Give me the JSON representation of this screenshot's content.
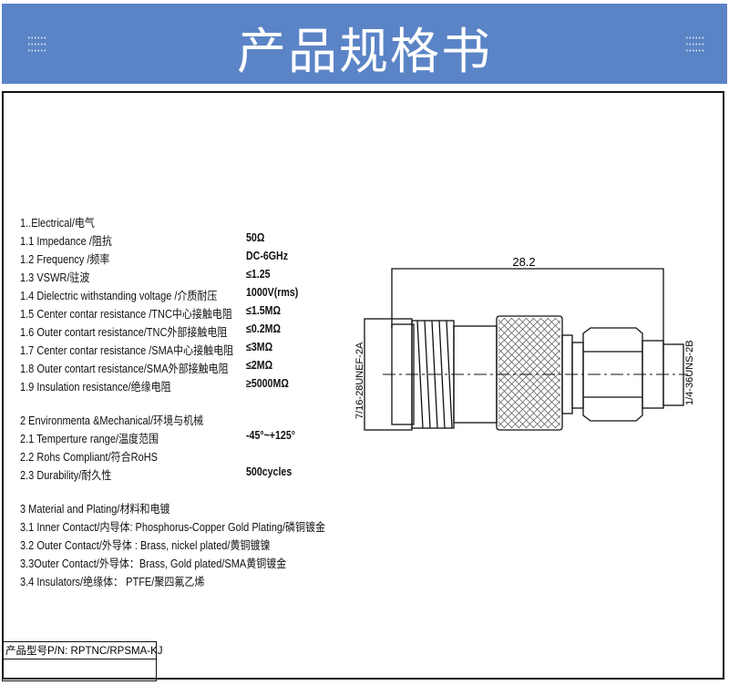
{
  "header": {
    "title": "产品规格书"
  },
  "electrical": {
    "heading": "1..Electrical/电气",
    "items": [
      {
        "label": "1.1 Impedance  /阻抗",
        "value": "50Ω"
      },
      {
        "label": "1.2 Frequency /频率",
        "value": "DC-6GHz"
      },
      {
        "label": "1.3 VSWR/驻波",
        "value": "≤1.25"
      },
      {
        "label": "1.4 Dielectric withstanding voltage /介质耐压",
        "value": "1000V(rms)"
      },
      {
        "label": "1.5 Center contar resistance /TNC中心接触电阻",
        "value": "≤1.5MΩ"
      },
      {
        "label": "1.6 Outer contart resistance/TNC外部接触电阻",
        "value": "≤0.2MΩ"
      },
      {
        "label": "1.7 Center contar resistance /SMA中心接触电阻",
        "value": "≤3MΩ"
      },
      {
        "label": "1.8 Outer contart resistance/SMA外部接触电阻",
        "value": "≤2MΩ"
      },
      {
        "label": "1.9 Insulation  resistance/绝缘电阻",
        "value": "≥5000MΩ"
      }
    ]
  },
  "environmental": {
    "heading": "2 Environmenta &Mechanical/环境与机械",
    "items": [
      {
        "label": "2.1 Temperture range/温度范围",
        "value": "-45°~+125°"
      },
      {
        "label": "2.2 Rohs Compliant/符合RoHS",
        "value": ""
      },
      {
        "label": "2.3 Durability/耐久性",
        "value": "500cycles"
      }
    ]
  },
  "material": {
    "heading": "3 Material and Plating/材料和电镀",
    "items": [
      "3.1 Inner Contact/内导体:  Phosphorus-Copper Gold Plating/磷铜镀金",
      "3.2 Outer Contact/外导体 : Brass, nickel plated/黄铜镀镍",
      "3.3Outer Contact/外导体：Brass, Gold plated/SMA黄铜镀金",
      "3.4 Insulators/绝缘体： PTFE/聚四氟乙烯"
    ]
  },
  "drawing": {
    "length": "28.2",
    "left_thread": "7/16-28UNEF-2A",
    "right_thread": "1/4-36UNS-2B"
  },
  "part_number": {
    "label": "产品型号P/N:  RPTNC/RPSMA-KJ"
  },
  "colors": {
    "banner": "#5b84c6"
  }
}
